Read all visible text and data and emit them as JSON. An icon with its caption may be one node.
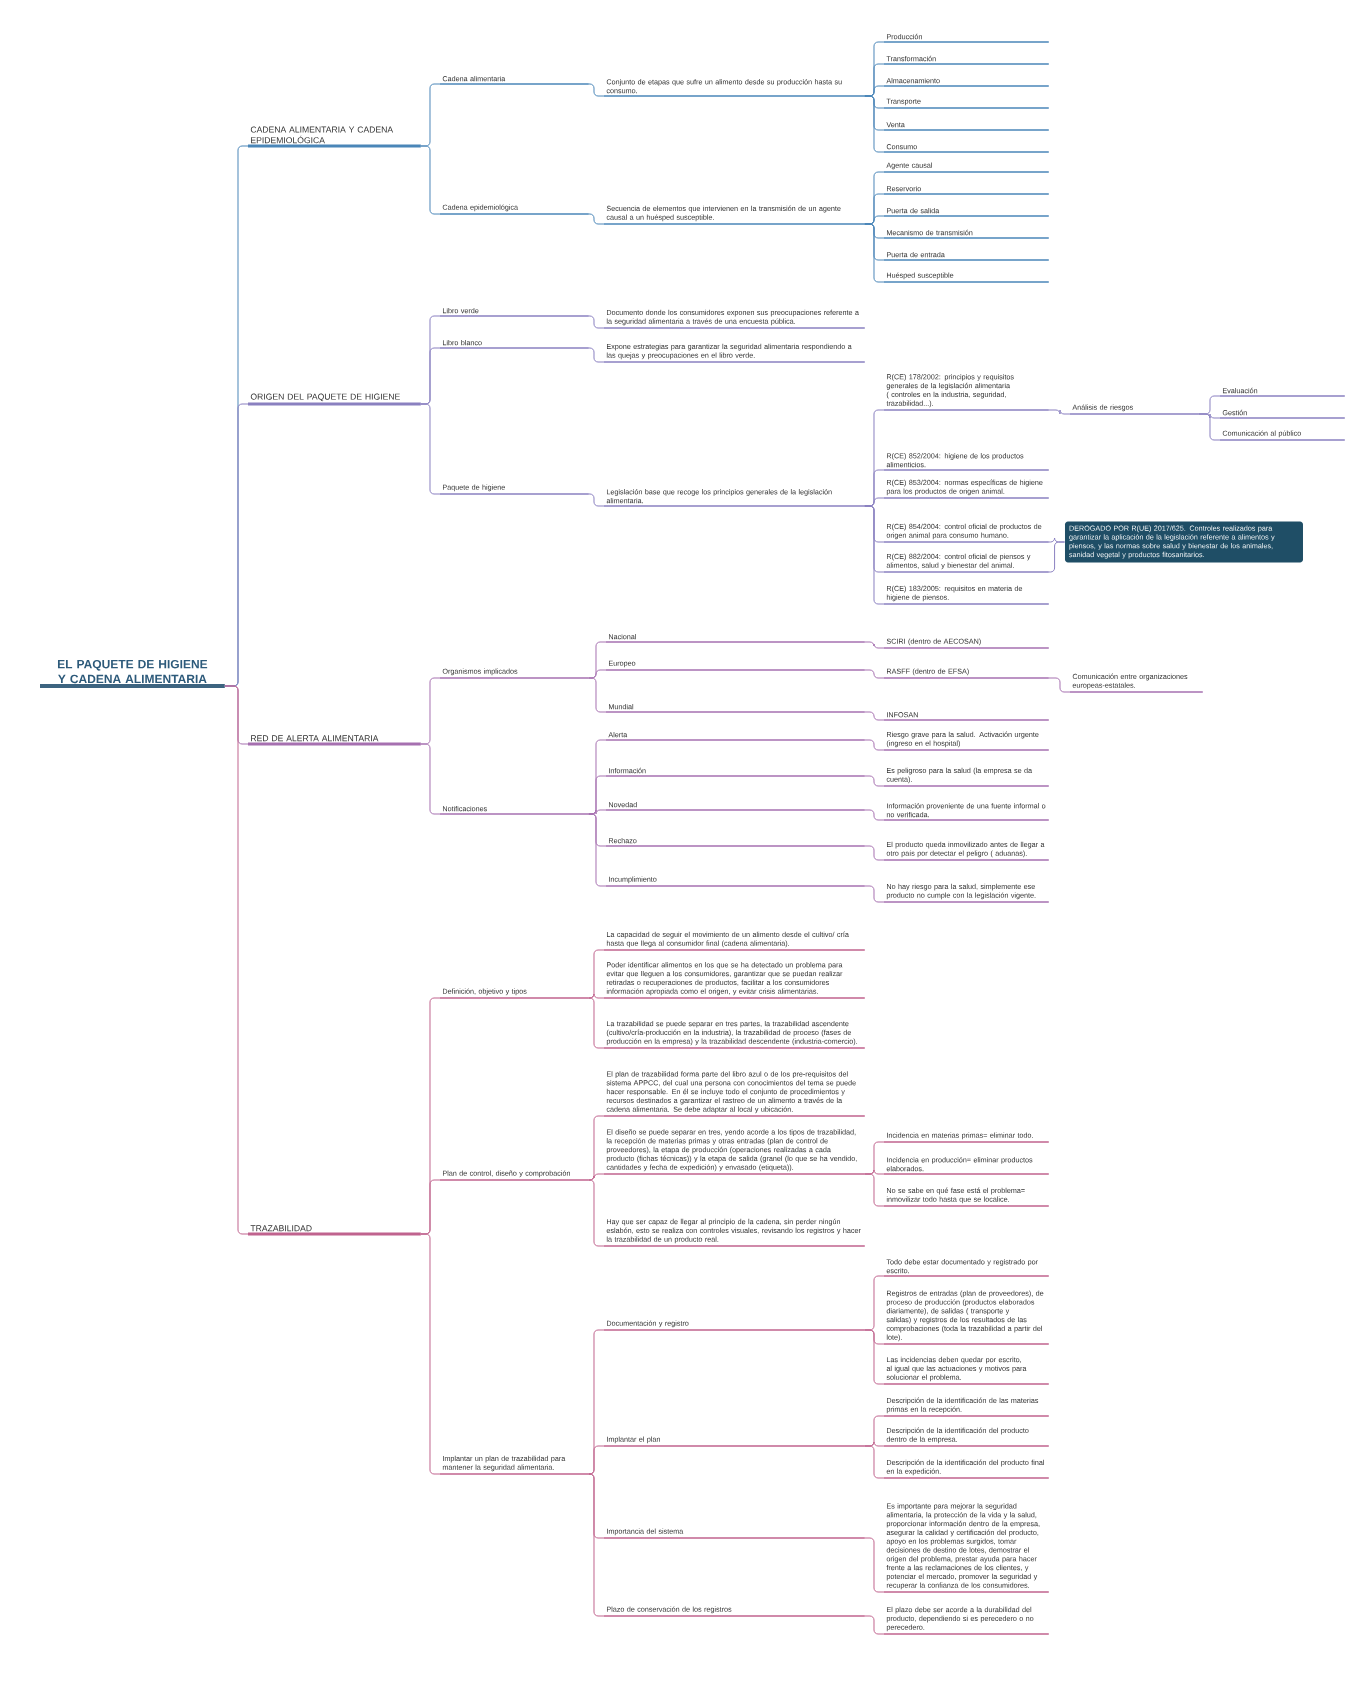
{
  "diagram": {
    "nodes": [
      {
        "text": [
          "EL PAQUETE DE HIGIENE Y CADENA ALIMENTARIA"
        ]
      },
      {
        "text": [
          "CADENA ALIMENTARIA Y CADENA EPIDEMIOLÓGICA"
        ]
      },
      {
        "text": [
          "Cadena alimentaria"
        ]
      },
      {
        "text": [
          "Conjunto de etapas que sufre un alimento desde su producción hasta su consumo."
        ]
      },
      {
        "text": [
          "Producción"
        ]
      },
      {
        "text": [
          "Transformación"
        ]
      },
      {
        "text": [
          "Almacenamiento"
        ]
      },
      {
        "text": [
          "Transporte"
        ]
      },
      {
        "text": [
          "Venta"
        ]
      },
      {
        "text": [
          "Consumo"
        ]
      },
      {
        "text": [
          "Cadena epidemiológica"
        ]
      },
      {
        "text": [
          "Secuencia de elementos que intervienen en la transmisión de un agente causal a un huésped susceptible."
        ]
      },
      {
        "text": [
          "Agente causal"
        ]
      },
      {
        "text": [
          "Reservorio"
        ]
      },
      {
        "text": [
          "Puerta de salida"
        ]
      },
      {
        "text": [
          "Mecanismo de transmisión"
        ]
      },
      {
        "text": [
          "Puerta de entrada"
        ]
      },
      {
        "text": [
          "Huésped susceptible"
        ]
      },
      {
        "text": [
          "ORIGEN DEL PAQUETE DE HIGIENE"
        ]
      },
      {
        "text": [
          "Libro verde"
        ]
      },
      {
        "text": [
          "Documento donde los consumidores exponen sus preocupaciones referente a la seguridad alimentaria a través de una encuesta pública."
        ]
      },
      {
        "text": [
          "Libro blanco"
        ]
      },
      {
        "text": [
          "Expone estrategias para garantizar la seguridad alimentaria respondiendo a las quejas y preocupaciones en el libro verde."
        ]
      },
      {
        "text": [
          "Paquete de higiene"
        ]
      },
      {
        "text": [
          "Legislación base que recoge los principios generales de la legislación alimentaria."
        ]
      },
      {
        "text": [
          "R(CE) 178/2002: principios y requisitos generales de la legislación alimentaria ( controles en la industria, seguridad, trazabilidad...)."
        ]
      },
      {
        "text": [
          "Análisis de riesgos"
        ]
      },
      {
        "text": [
          "Evaluación"
        ]
      },
      {
        "text": [
          "Gestión"
        ]
      },
      {
        "text": [
          "Comunicación al público"
        ]
      },
      {
        "text": [
          "R(CE) 852/2004: higiene de los productos alimenticios."
        ]
      },
      {
        "text": [
          "R(CE) 853/2004: normas específicas de higiene para los productos de origen animal."
        ]
      },
      {
        "text": [
          "R(CE) 854/2004: control oficial de productos de origen animal para consumo humano."
        ]
      },
      {
        "text": [
          "R(CE) 882/2004: control oficial de piensos y alimentos, salud y bienestar del animal."
        ]
      },
      {
        "text": [
          "DEROGADO POR R(UE) 2017/625. Controles realizados para garantizar la aplicación de la legislación referente a alimentos y piensos, y las normas sobre salud y bienestar de los animales, sanidad vegetal y productos fitosanitarios."
        ]
      },
      {
        "text": [
          "R(CE) 183/2005: requisitos en materia de higiene de piensos."
        ]
      },
      {
        "text": [
          "RED DE ALERTA ALIMENTARIA"
        ]
      },
      {
        "text": [
          "Organismos implicados"
        ]
      },
      {
        "text": [
          "Nacional"
        ]
      },
      {
        "text": [
          "SCIRI (dentro de AECOSAN)"
        ]
      },
      {
        "text": [
          "Europeo"
        ]
      },
      {
        "text": [
          "RASFF (dentro de EFSA)"
        ]
      },
      {
        "text": [
          "Comunicación entre organizaciones europeas-estatales."
        ]
      },
      {
        "text": [
          "Mundial"
        ]
      },
      {
        "text": [
          "INFOSAN"
        ]
      },
      {
        "text": [
          "Notificaciones"
        ]
      },
      {
        "text": [
          "Alerta"
        ]
      },
      {
        "text": [
          "Riesgo grave para la salud. Activación urgente (ingreso en el hospital)"
        ]
      },
      {
        "text": [
          "Información"
        ]
      },
      {
        "text": [
          "Es peligroso para la salud (la empresa se da cuenta)."
        ]
      },
      {
        "text": [
          "Novedad"
        ]
      },
      {
        "text": [
          "Información proveniente de una fuente informal o no verificada."
        ]
      },
      {
        "text": [
          "Rechazo"
        ]
      },
      {
        "text": [
          "El producto queda inmovilizado antes de llegar a otro país por detectar el peligro ( aduanas)."
        ]
      },
      {
        "text": [
          "Incumplimiento"
        ]
      },
      {
        "text": [
          "No hay riesgo para la salud, simplemente ese producto no cumple con la legislación vigente."
        ]
      },
      {
        "text": [
          "TRAZABILIDAD"
        ]
      },
      {
        "text": [
          "Definición, objetivo y tipos"
        ]
      },
      {
        "text": [
          "La capacidad de seguir el movimiento de un alimento desde el cultivo/ cría hasta que llega al consumidor final (cadena alimentaria)."
        ]
      },
      {
        "text": [
          "Poder identificar alimentos en los que se ha detectado un problema para evitar que lleguen a los consumidores, garantizar que se puedan realizar retiradas o recuperaciones de productos, facilitar a los consumidores información apropiada como el origen, y evitar crisis alimentarias."
        ]
      },
      {
        "text": [
          "La trazabilidad se puede separar en tres partes, la trazabilidad ascendente (cultivo/cría-producción en la industria), la trazabilidad de proceso (fases de producción en la empresa) y la trazabilidad descendente (industria-comercio)."
        ]
      },
      {
        "text": [
          "Plan de control, diseño y comprobación"
        ]
      },
      {
        "text": [
          "El plan de trazabilidad forma parte del libro azul o de los pre-requisitos del sistema APPCC, del cual una persona con conocimientos del tema se puede hacer responsable. En él se incluye todo el conjunto de procedimientos y recursos destinados a garantizar el rastreo de un alimento a través de la cadena alimentaria. Se debe adaptar al local y ubicación."
        ]
      },
      {
        "text": [
          "El diseño se puede separar en tres, yendo acorde a los tipos de trazabilidad, la recepción de materias primas y otras entradas (plan de control de proveedores), la etapa de producción (operaciones realizadas a cada producto (fichas técnicas)) y la etapa de salida (granel (lo que se ha vendido, cantidades y fecha de expedición) y envasado (etiqueta))."
        ]
      },
      {
        "text": [
          "Incidencia en materias primas= eliminar todo."
        ]
      },
      {
        "text": [
          "Incidencia en producción= eliminar productos elaborados."
        ]
      },
      {
        "text": [
          "No se sabe en qué fase está el problema= inmovilizar todo hasta que se localice."
        ]
      },
      {
        "text": [
          "Hay que ser capaz de llegar al principio de la cadena, sin perder ningún eslabón, esto se realiza con controles visuales, revisando los registros y hacer la trazabilidad de un producto real."
        ]
      },
      {
        "text": [
          "Implantar un plan de trazabilidad para mantener la seguridad alimentaria."
        ]
      },
      {
        "text": [
          "Documentación y registro"
        ]
      },
      {
        "text": [
          "Todo debe estar documentado y registrado por escrito."
        ]
      },
      {
        "text": [
          "Registros de entradas (plan de proveedores), de proceso de producción (productos elaborados diariamente), de salidas ( transporte y salidas) y registros de los resultados de las comprobaciones (toda la trazabilidad a partir del lote)."
        ]
      },
      {
        "text": [
          "Las incidencias deben quedar por escrito, al igual que las actuaciones y motivos para solucionar el problema."
        ]
      },
      {
        "text": [
          "Implantar el plan"
        ]
      },
      {
        "text": [
          "Descripción de la identificación de las materias primas en la recepción."
        ]
      },
      {
        "text": [
          "Descripción de la identificación del producto dentro de la empresa."
        ]
      },
      {
        "text": [
          "Descripción de la identificación del producto final en la expedición."
        ]
      },
      {
        "text": [
          "Importancia del sistema"
        ]
      },
      {
        "text": [
          "Es importante para mejorar la seguridad alimentaria, la protección de la vida y la salud, proporcionar información dentro de la empresa, asegurar la calidad y certificación del producto, apoyo en los problemas surgidos, tomar decisiones de destino de lotes, demostrar el origen del problema, prestar ayuda para hacer frente a las reclamaciones de los clientes, y potenciar el mercado, promover la seguridad y recuperar la confianza de los consumidores."
        ]
      },
      {
        "text": [
          "Plazo de conservación de los registros"
        ]
      },
      {
        "text": [
          "El plazo debe ser acorde a la durabilidad del producto, dependiendo si es perecedero o no perecedero."
        ]
      }
    ],
    "edges": [
      {
        "from": 0,
        "to": 1,
        "arrow": "none",
        "color": "#4a86b8"
      },
      {
        "from": 0,
        "to": 18,
        "arrow": "none",
        "color": "#8a80c0"
      },
      {
        "from": 0,
        "to": 36,
        "arrow": "none",
        "color": "#a670b0"
      },
      {
        "from": 0,
        "to": 56,
        "arrow": "none"
      },
      {
        "from": 1,
        "to": 2,
        "arrow": "none",
        "color": "#4a86b8"
      },
      {
        "from": 1,
        "to": 10,
        "arrow": "none",
        "color": "#4a86b8"
      },
      {
        "from": 2,
        "to": 3,
        "arrow": "none",
        "color": "#4a86b8"
      },
      {
        "from": 3,
        "to": 4,
        "arrow": "none",
        "color": "#4a86b8"
      },
      {
        "from": 3,
        "to": 5,
        "arrow": "none",
        "color": "#4a86b8"
      },
      {
        "from": 3,
        "to": 6,
        "arrow": "none",
        "color": "#4a86b8"
      },
      {
        "from": 3,
        "to": 7,
        "arrow": "none",
        "color": "#4a86b8"
      },
      {
        "from": 3,
        "to": 8,
        "arrow": "none",
        "color": "#4a86b8"
      },
      {
        "from": 3,
        "to": 9,
        "arrow": "none",
        "color": "#4a86b8"
      },
      {
        "from": 10,
        "to": 11,
        "arrow": "none",
        "color": "#4a86b8"
      },
      {
        "from": 11,
        "to": 12,
        "arrow": "none",
        "color": "#4a86b8"
      },
      {
        "from": 11,
        "to": 13,
        "arrow": "none",
        "color": "#4a86b8"
      },
      {
        "from": 11,
        "to": 14,
        "arrow": "none",
        "color": "#4a86b8"
      },
      {
        "from": 11,
        "to": 15,
        "arrow": "none",
        "color": "#4a86b8"
      },
      {
        "from": 11,
        "to": 16,
        "arrow": "none",
        "color": "#4a86b8"
      },
      {
        "from": 11,
        "to": 17,
        "arrow": "none",
        "color": "#4a86b8"
      },
      {
        "from": 18,
        "to": 19,
        "arrow": "none",
        "color": "#8a80c0"
      },
      {
        "from": 18,
        "to": 21,
        "arrow": "none",
        "color": "#8a80c0"
      },
      {
        "from": 18,
        "to": 23,
        "arrow": "none",
        "color": "#8a80c0"
      },
      {
        "from": 19,
        "to": 20,
        "arrow": "none",
        "color": "#8a80c0"
      },
      {
        "from": 21,
        "to": 22,
        "arrow": "none",
        "color": "#8a80c0"
      },
      {
        "from": 23,
        "to": 24,
        "arrow": "none",
        "color": "#8a80c0"
      },
      {
        "from": 24,
        "to": 25,
        "arrow": "none",
        "color": "#8a80c0"
      },
      {
        "from": 24,
        "to": 30,
        "arrow": "none",
        "color": "#8a80c0"
      },
      {
        "from": 24,
        "to": 31,
        "arrow": "none",
        "color": "#8a80c0"
      },
      {
        "from": 24,
        "to": 32,
        "arrow": "none",
        "color": "#8a80c0"
      },
      {
        "from": 24,
        "to": 33,
        "arrow": "none",
        "color": "#8a80c0"
      },
      {
        "from": 24,
        "to": 35,
        "arrow": "none",
        "color": "#8a80c0"
      },
      {
        "from": 25,
        "to": 26,
        "arrow": "none",
        "color": "#8a80c0"
      },
      {
        "from": 26,
        "to": 27,
        "arrow": "none",
        "color": "#8a80c0"
      },
      {
        "from": 26,
        "to": 28,
        "arrow": "none",
        "color": "#8a80c0"
      },
      {
        "from": 26,
        "to": 29,
        "arrow": "none",
        "color": "#8a80c0"
      },
      {
        "from": 32,
        "to": 34,
        "arrow": "none",
        "color": "#8a80c0"
      },
      {
        "from": 33,
        "to": 34,
        "arrow": "none",
        "color": "#8a80c0"
      },
      {
        "from": 36,
        "to": 37,
        "arrow": "none",
        "color": "#a670b0"
      },
      {
        "from": 36,
        "to": 45,
        "arrow": "none",
        "color": "#a670b0"
      },
      {
        "from": 37,
        "to": 38,
        "arrow": "none",
        "color": "#a670b0"
      },
      {
        "from": 37,
        "to": 40,
        "arrow": "none",
        "color": "#a670b0"
      },
      {
        "from": 37,
        "to": 43,
        "arrow": "none",
        "color": "#a670b0"
      },
      {
        "from": 38,
        "to": 39,
        "arrow": "none",
        "color": "#a670b0"
      },
      {
        "from": 40,
        "to": 41,
        "arrow": "none",
        "color": "#a670b0"
      },
      {
        "from": 41,
        "to": 42,
        "arrow": "none",
        "color": "#a670b0"
      },
      {
        "from": 43,
        "to": 44,
        "arrow": "none",
        "color": "#a670b0"
      },
      {
        "from": 45,
        "to": 46,
        "arrow": "none",
        "color": "#a670b0"
      },
      {
        "from": 45,
        "to": 48,
        "arrow": "none",
        "color": "#a670b0"
      },
      {
        "from": 45,
        "to": 50,
        "arrow": "none",
        "color": "#a670b0"
      },
      {
        "from": 45,
        "to": 52,
        "arrow": "none",
        "color": "#a670b0"
      },
      {
        "from": 45,
        "to": 54,
        "arrow": "none",
        "color": "#a670b0"
      },
      {
        "from": 46,
        "to": 47,
        "arrow": "none",
        "color": "#a670b0"
      },
      {
        "from": 48,
        "to": 49,
        "arrow": "none",
        "color": "#a670b0"
      },
      {
        "from": 50,
        "to": 51,
        "arrow": "none",
        "color": "#a670b0"
      },
      {
        "from": 52,
        "to": 53,
        "arrow": "none",
        "color": "#a670b0"
      },
      {
        "from": 54,
        "to": 55,
        "arrow": "none",
        "color": "#a670b0"
      },
      {
        "from": 56,
        "to": 57,
        "arrow": "none"
      },
      {
        "from": 56,
        "to": 61,
        "arrow": "none"
      },
      {
        "from": 56,
        "to": 68,
        "arrow": "none"
      },
      {
        "from": 57,
        "to": 58,
        "arrow": "none"
      },
      {
        "from": 57,
        "to": 59,
        "arrow": "none"
      },
      {
        "from": 57,
        "to": 60,
        "arrow": "none"
      },
      {
        "from": 61,
        "to": 62,
        "arrow": "none"
      },
      {
        "from": 61,
        "to": 63,
        "arrow": "none"
      },
      {
        "from": 61,
        "to": 67,
        "arrow": "none"
      },
      {
        "from": 63,
        "to": 64,
        "arrow": "none"
      },
      {
        "from": 63,
        "to": 65,
        "arrow": "none"
      },
      {
        "from": 63,
        "to": 66,
        "arrow": "none"
      },
      {
        "from": 68,
        "to": 69,
        "arrow": "none"
      },
      {
        "from": 68,
        "to": 73,
        "arrow": "none"
      },
      {
        "from": 68,
        "to": 77,
        "arrow": "none"
      },
      {
        "from": 68,
        "to": 79,
        "arrow": "none"
      },
      {
        "from": 69,
        "to": 70,
        "arrow": "none"
      },
      {
        "from": 69,
        "to": 71,
        "arrow": "none"
      },
      {
        "from": 69,
        "to": 72,
        "arrow": "none"
      },
      {
        "from": 73,
        "to": 74,
        "arrow": "none"
      },
      {
        "from": 73,
        "to": 75,
        "arrow": "none"
      },
      {
        "from": 73,
        "to": 76,
        "arrow": "none"
      },
      {
        "from": 77,
        "to": 78,
        "arrow": "none"
      },
      {
        "from": 79,
        "to": 80,
        "arrow": "none"
      }
    ]
  }
}
